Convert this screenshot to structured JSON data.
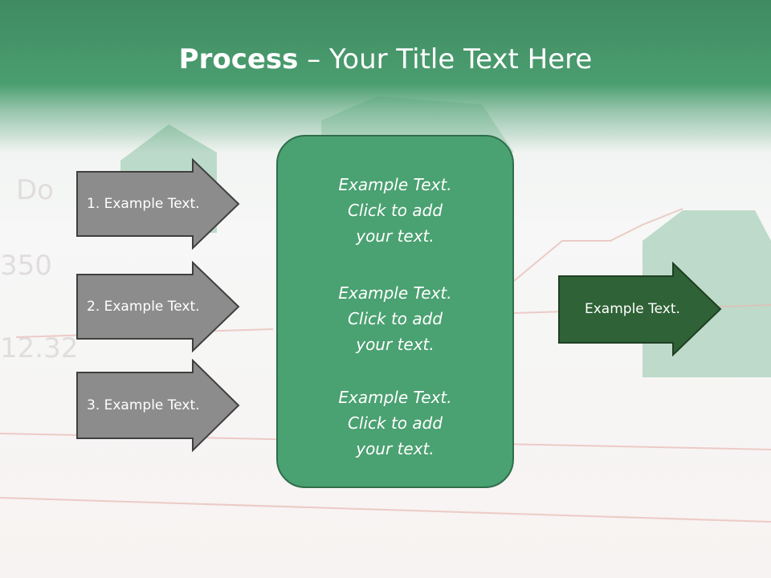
{
  "title": {
    "bold": "Process",
    "dash": " – ",
    "rest": "Your Title Text Here"
  },
  "steps": [
    {
      "label": "1. Example Text."
    },
    {
      "label": "2. Example Text."
    },
    {
      "label": "3. Example Text."
    }
  ],
  "center_box": {
    "blocks": [
      {
        "line1": "Example Text.",
        "line2": "Click  to add",
        "line3": "your text."
      },
      {
        "line1": "Example Text.",
        "line2": "Click  to add",
        "line3": "your text."
      },
      {
        "line1": "Example Text.",
        "line2": "Click  to add",
        "line3": "your text."
      }
    ]
  },
  "result": {
    "label": "Example Text."
  },
  "colors": {
    "header_green": "#3f8a62",
    "step_gray": "#8c8c8c",
    "center_green": "#4aa171",
    "result_dark_green": "#2f6236"
  }
}
